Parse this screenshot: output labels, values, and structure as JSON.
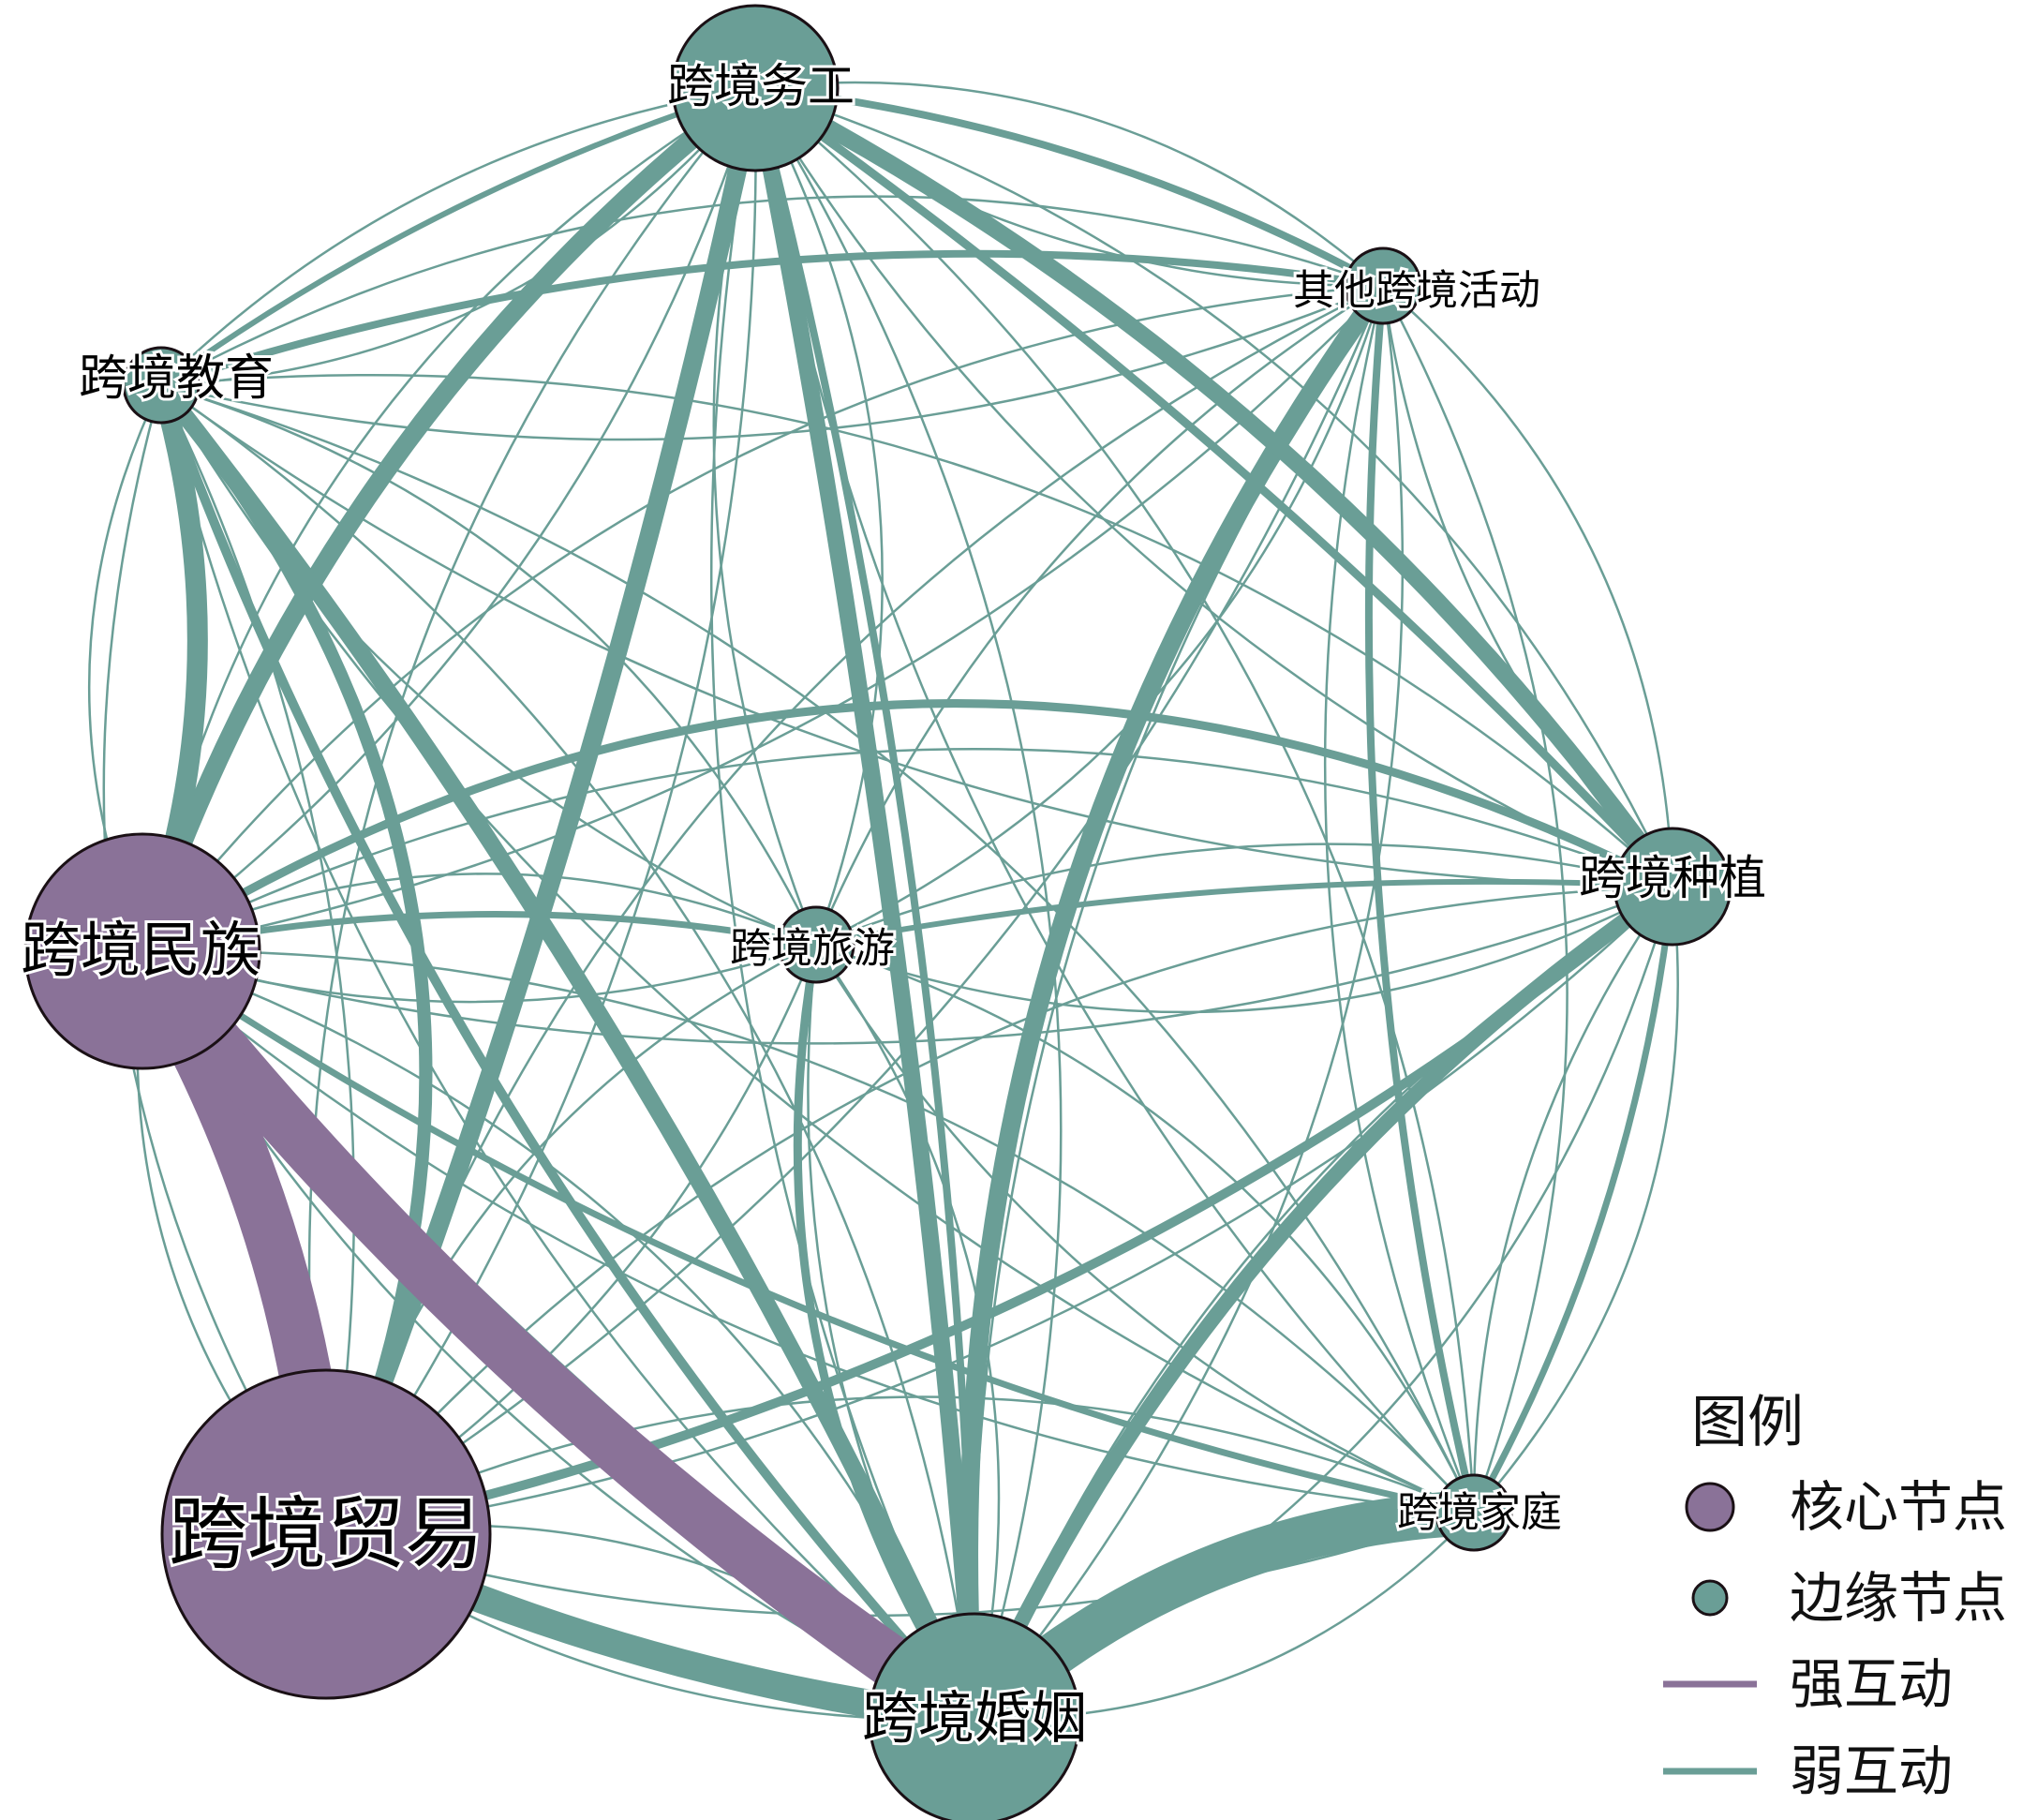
{
  "colors": {
    "core": "#8a7298",
    "edge": "#6a9e96",
    "stroke": "#1a1015"
  },
  "nodes": [
    {
      "id": "trade",
      "label": "跨境贸易",
      "type": "core"
    },
    {
      "id": "ethnic",
      "label": "跨境民族",
      "type": "core"
    },
    {
      "id": "labor",
      "label": "跨境务工",
      "type": "edge"
    },
    {
      "id": "edu",
      "label": "跨境教育",
      "type": "edge"
    },
    {
      "id": "other",
      "label": "其他跨境活动",
      "type": "edge"
    },
    {
      "id": "plant",
      "label": "跨境种植",
      "type": "edge"
    },
    {
      "id": "tour",
      "label": "跨境旅游",
      "type": "edge"
    },
    {
      "id": "family",
      "label": "跨境家庭",
      "type": "edge"
    },
    {
      "id": "marriage",
      "label": "跨境婚姻",
      "type": "edge"
    }
  ],
  "legend": {
    "title": "图例",
    "items": [
      {
        "kind": "circle",
        "color": "core",
        "label": "核心节点"
      },
      {
        "kind": "circle",
        "color": "edge",
        "label": "边缘节点"
      },
      {
        "kind": "line",
        "color": "core",
        "label": "强互动"
      },
      {
        "kind": "line",
        "color": "edge",
        "label": "弱互动"
      }
    ]
  }
}
